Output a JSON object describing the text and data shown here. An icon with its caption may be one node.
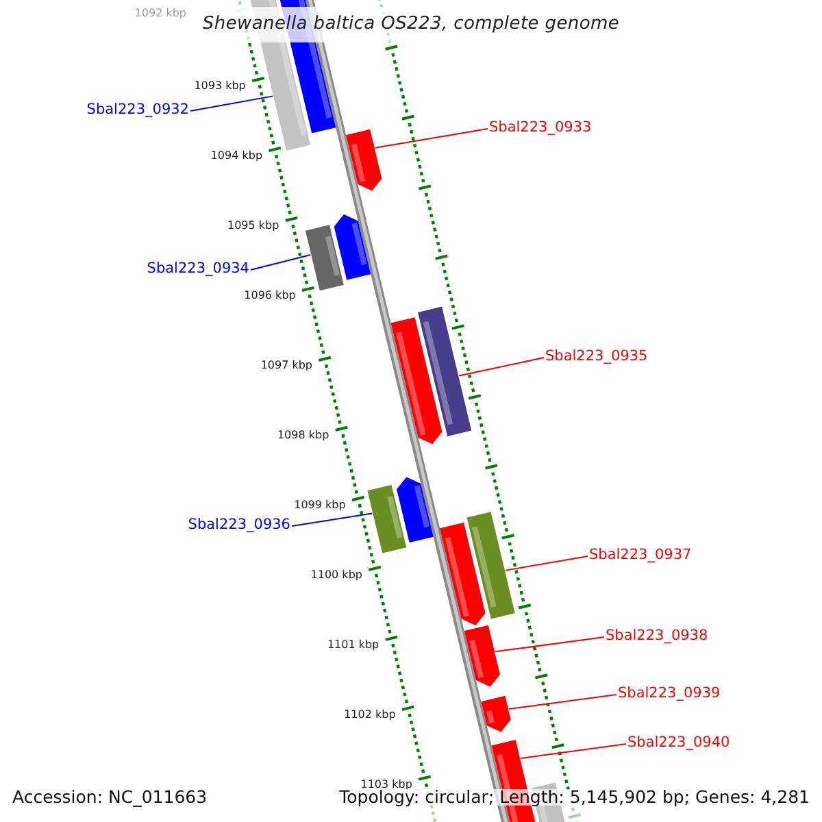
{
  "diagram": {
    "title": "Shewanella baltica OS223, complete genome",
    "nodes": [
      {
        "text": [
          "Sbal223_0932"
        ]
      },
      {
        "text": [],
        "shape": "bar"
      },
      {
        "text": [
          "Sbal223_0933"
        ]
      },
      {
        "text": [],
        "shape": "bar"
      },
      {
        "text": [
          "Sbal223_0934"
        ]
      },
      {
        "text": [],
        "shape": "bar"
      },
      {
        "text": [
          "Sbal223_0935"
        ]
      },
      {
        "text": [],
        "shape": "bar"
      },
      {
        "text": [
          "Sbal223_0936"
        ]
      },
      {
        "text": [],
        "shape": "bar"
      },
      {
        "text": [
          "Sbal223_0937"
        ]
      },
      {
        "text": [],
        "shape": "bar"
      },
      {
        "text": [
          "Sbal223_0938"
        ]
      },
      {
        "text": [],
        "shape": "bar"
      },
      {
        "text": [
          "Sbal223_0939"
        ]
      },
      {
        "text": [],
        "shape": "bar"
      },
      {
        "text": [
          "Sbal223_0940"
        ]
      },
      {
        "text": [],
        "shape": "bar"
      }
    ],
    "edges": [
      {
        "from": 0,
        "to": 1,
        "arrow": "none",
        "color": "#0000ff"
      },
      {
        "from": 2,
        "to": 3,
        "arrow": "none"
      },
      {
        "from": 4,
        "to": 5,
        "arrow": "none",
        "color": "#0000ff"
      },
      {
        "from": 6,
        "to": 7,
        "arrow": "none"
      },
      {
        "from": 8,
        "to": 9,
        "arrow": "none",
        "color": "#0000ff"
      },
      {
        "from": 10,
        "to": 11,
        "arrow": "none"
      },
      {
        "from": 12,
        "to": 13,
        "arrow": "none"
      },
      {
        "from": 14,
        "to": 15,
        "arrow": "none"
      },
      {
        "from": 16,
        "to": 17,
        "arrow": "none"
      }
    ],
    "labels": [
      "1092 kbp",
      "1093 kbp",
      "1094 kbp",
      "1095 kbp",
      "1096 kbp",
      "1097 kbp",
      "1098 kbp",
      "1099 kbp",
      "1100 kbp",
      "1101 kbp",
      "1102 kbp",
      "1103 kbp",
      "Accession: NC_011663",
      "Topology: circular; Length: 5,145,902 bp; Genes: 4,281"
    ]
  }
}
